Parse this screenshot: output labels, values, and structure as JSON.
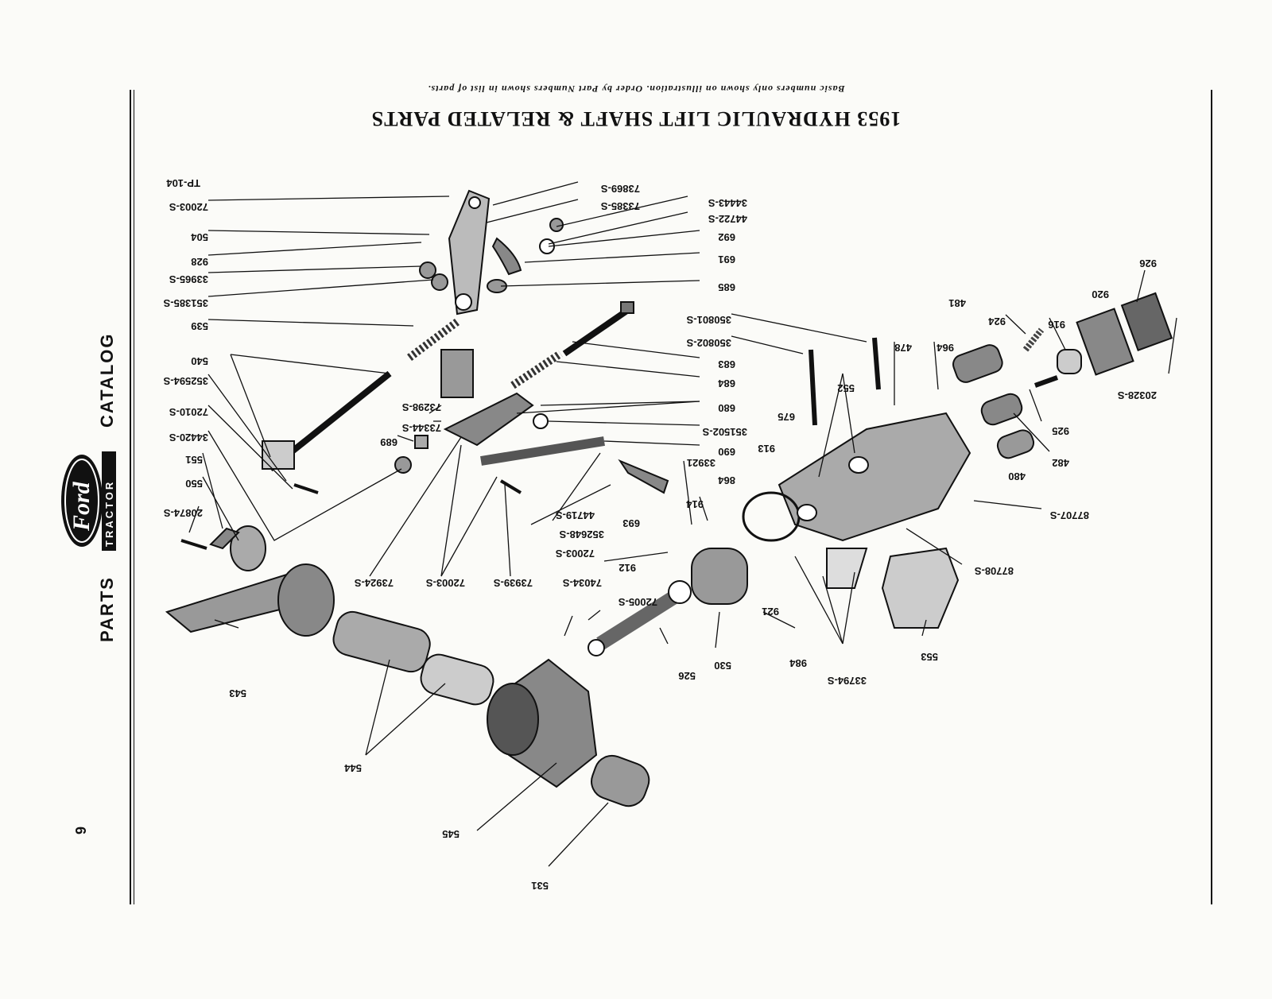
{
  "header": {
    "title": "1953 HYDRAULIC LIFT SHAFT & RELATED PARTS",
    "subtitle": "Basic numbers only shown on illustration. Order by Part Numbers shown in list of parts.",
    "figure_code": "TP-104"
  },
  "sidebar": {
    "parts": "PARTS",
    "catalog": "CATALOG",
    "brand": "Ford",
    "tractor": "TRACTOR",
    "page_number": "9"
  },
  "callouts": [
    "72003-S",
    "504",
    "928",
    "33965-S",
    "351385-S",
    "539",
    "540",
    "352594-S",
    "72010-S",
    "34420-S",
    "551",
    "550",
    "20874-S",
    "73869-S",
    "73385-S",
    "34443-S",
    "44722-S",
    "692",
    "691",
    "685",
    "683",
    "684",
    "680",
    "351502-S",
    "690",
    "73298-S",
    "73344-S",
    "689",
    "33921",
    "864",
    "914",
    "44719-S",
    "352648-S",
    "72003-S",
    "693",
    "912",
    "73924-S",
    "72003-S",
    "73939-S",
    "74034-S",
    "72005-S",
    "921",
    "526",
    "530",
    "984",
    "33794-S",
    "543",
    "544",
    "545",
    "531",
    "350801-S",
    "350802-S",
    "675",
    "913",
    "552",
    "478",
    "964",
    "481",
    "924",
    "916",
    "920",
    "926",
    "20328-S",
    "925",
    "482",
    "480",
    "87707-S",
    "87708-S",
    "553"
  ]
}
